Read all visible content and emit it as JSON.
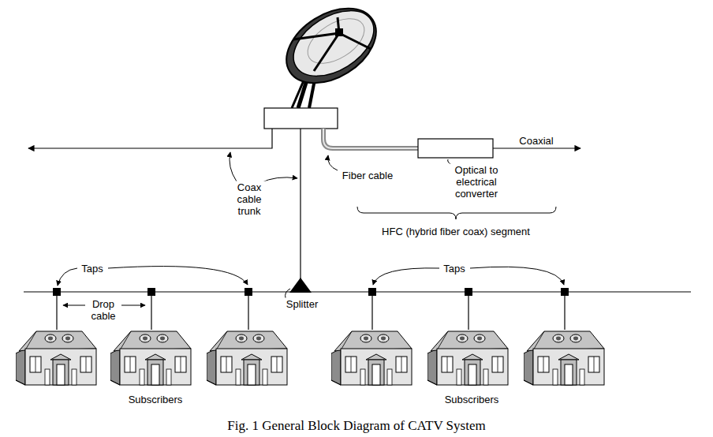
{
  "diagram": {
    "caption": "Fig. 1 General Block Diagram of CATV System",
    "labels": [
      "Coaxial",
      "Optical to electrical converter",
      "Fiber cable",
      "Coax cable trunk",
      "HFC (hybrid fiber coax) segment",
      "Taps",
      "Taps",
      "Drop cable",
      "Splitter",
      "Subscribers",
      "Subscribers"
    ]
  }
}
